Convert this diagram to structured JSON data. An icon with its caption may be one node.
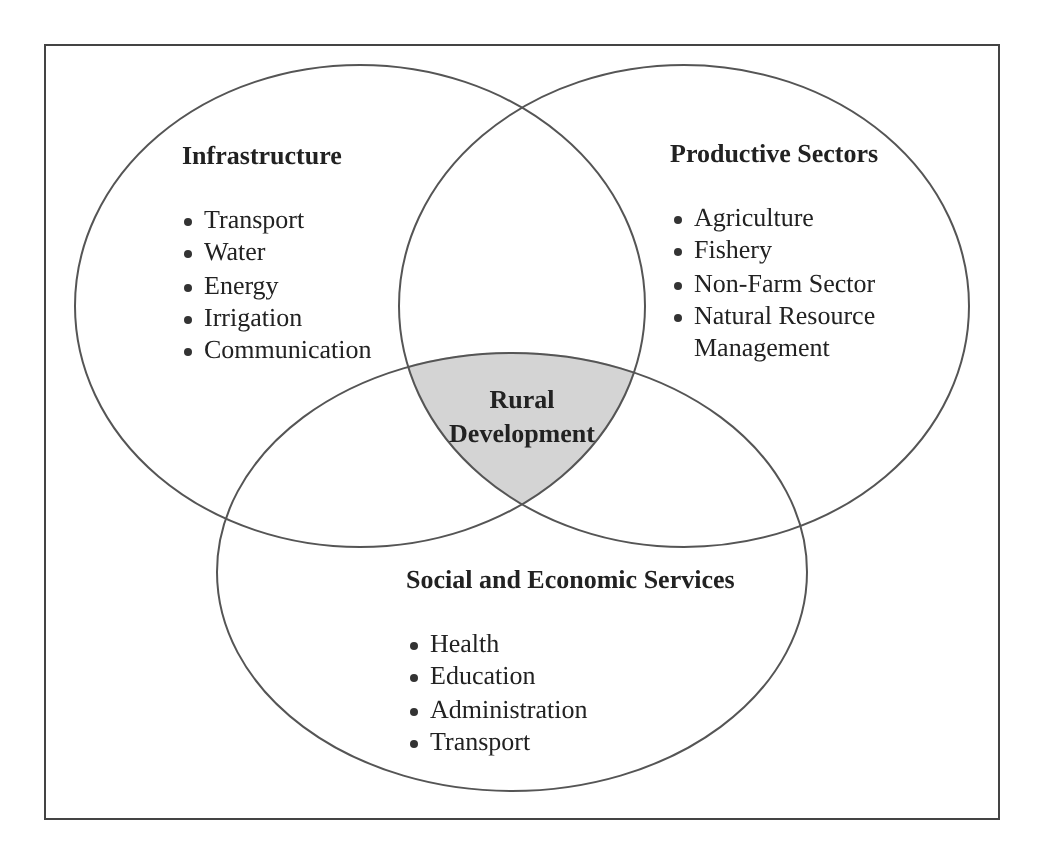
{
  "diagram": {
    "nodes": [
      {
        "text": [
          "Infrastructure",
          "Transport",
          "Water",
          "Energy",
          "Irrigation",
          "Communication"
        ]
      },
      {
        "text": [
          "Productive Sectors",
          "Agriculture",
          "Fishery",
          "Non-Farm Sector",
          "Natural Resource Management"
        ]
      },
      {
        "text": [
          "Social and Economic Services",
          "Health",
          "Education",
          "Administration",
          "Transport"
        ]
      },
      {
        "text": [
          "Rural Development"
        ]
      }
    ]
  }
}
